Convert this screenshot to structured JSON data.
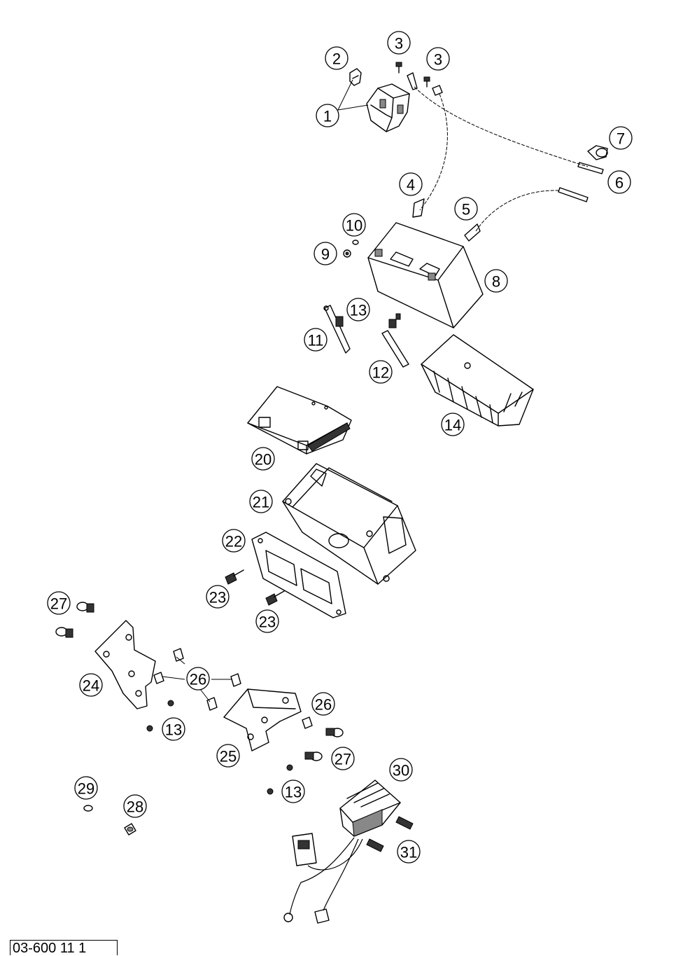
{
  "diagram": {
    "reference_code": "03-600 11 1",
    "callouts": [
      {
        "id": "c1",
        "label": "1"
      },
      {
        "id": "c2",
        "label": "2"
      },
      {
        "id": "c3a",
        "label": "3"
      },
      {
        "id": "c3b",
        "label": "3"
      },
      {
        "id": "c4",
        "label": "4"
      },
      {
        "id": "c5",
        "label": "5"
      },
      {
        "id": "c6",
        "label": "6"
      },
      {
        "id": "c7",
        "label": "7"
      },
      {
        "id": "c8",
        "label": "8"
      },
      {
        "id": "c9",
        "label": "9"
      },
      {
        "id": "c10",
        "label": "10"
      },
      {
        "id": "c11",
        "label": "11"
      },
      {
        "id": "c12",
        "label": "12"
      },
      {
        "id": "c13a",
        "label": "13"
      },
      {
        "id": "c13b",
        "label": "13"
      },
      {
        "id": "c13c",
        "label": "13"
      },
      {
        "id": "c14",
        "label": "14"
      },
      {
        "id": "c20",
        "label": "20"
      },
      {
        "id": "c21",
        "label": "21"
      },
      {
        "id": "c22",
        "label": "22"
      },
      {
        "id": "c23a",
        "label": "23"
      },
      {
        "id": "c23b",
        "label": "23"
      },
      {
        "id": "c24",
        "label": "24"
      },
      {
        "id": "c25",
        "label": "25"
      },
      {
        "id": "c26a",
        "label": "26"
      },
      {
        "id": "c26b",
        "label": "26"
      },
      {
        "id": "c27a",
        "label": "27"
      },
      {
        "id": "c27b",
        "label": "27"
      },
      {
        "id": "c28",
        "label": "28"
      },
      {
        "id": "c29",
        "label": "29"
      },
      {
        "id": "c30",
        "label": "30"
      },
      {
        "id": "c31",
        "label": "31"
      }
    ]
  }
}
